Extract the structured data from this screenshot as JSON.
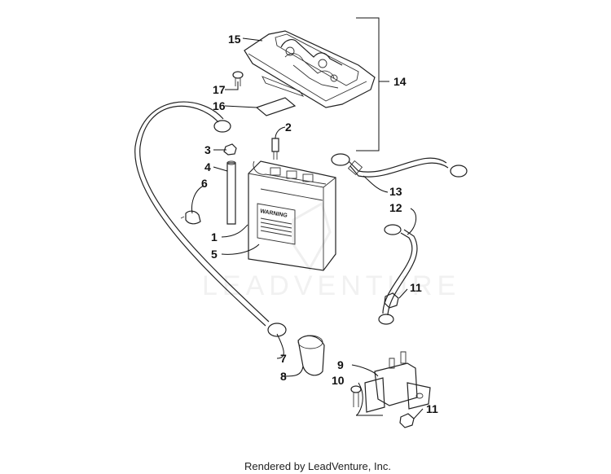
{
  "callouts": {
    "c1": "1",
    "c2": "2",
    "c3": "3",
    "c4": "4",
    "c5": "5",
    "c6": "6",
    "c7": "7",
    "c8": "8",
    "c9": "9",
    "c10": "10",
    "c11a": "11",
    "c11b": "11",
    "c12": "12",
    "c13": "13",
    "c14": "14",
    "c15": "15",
    "c16": "16",
    "c17": "17"
  },
  "battery_label": "WARNING",
  "watermark": "LEADVENTURE",
  "footer": "Rendered by LeadVenture, Inc."
}
